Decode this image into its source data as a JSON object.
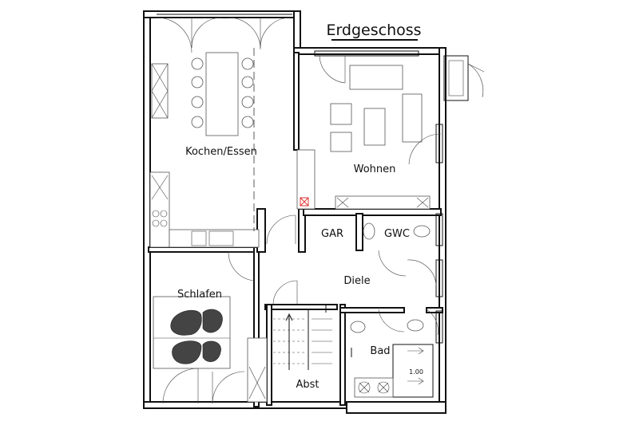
{
  "plan": {
    "title": "Erdgeschoss",
    "rooms": {
      "kochen": "Kochen/Essen",
      "wohnen": "Wohnen",
      "schlafen": "Schlafen",
      "gar": "GAR",
      "gwc": "GWC",
      "diele": "Diele",
      "bad": "Bad",
      "abst": "Abst"
    },
    "dimension_label": "1.00"
  }
}
